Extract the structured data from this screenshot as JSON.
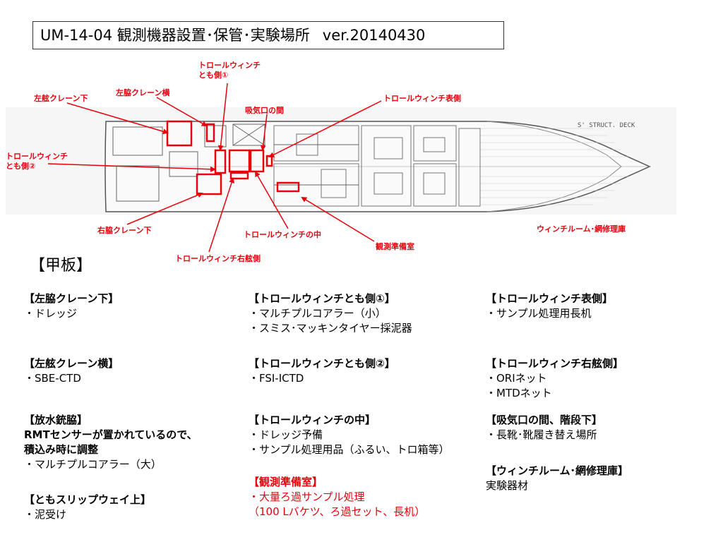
{
  "title": {
    "code": "UM-14-04 観測機器設置･保管･実験場所",
    "version": "ver.20140430"
  },
  "deck_label": "S' STRUCT. DECK",
  "callouts": {
    "port_crane_under": "左舷クレーン下",
    "port_crane_side": "左脇クレーン横",
    "trawl_winch_stern1": "トロールウィンチ\nとも側①",
    "intake_between": "吸気口の間",
    "trawl_winch_front": "トロールウィンチ表側",
    "trawl_winch_stern2": "トロールウィンチ\nとも側②",
    "starboard_crane_under": "右脇クレーン下",
    "trawl_winch_inside": "トロールウィンチの中",
    "obs_prep_room": "観測準備室",
    "trawl_winch_starboard": "トロールウィンチ右舷側",
    "winch_room": "ウィンチルーム･網修理庫"
  },
  "section_title": "【甲板】",
  "sections": {
    "s1": {
      "header": "【左脇クレーン下】",
      "lines": [
        "・ドレッジ"
      ]
    },
    "s2": {
      "header": "【トロールウィンチとも側①】",
      "lines": [
        "・マルチプルコアラー（小）",
        "・スミス･マッキンタイヤー採泥器"
      ]
    },
    "s3": {
      "header": "【トロールウィンチ表側】",
      "lines": [
        "・サンプル処理用長机"
      ]
    },
    "s4": {
      "header": "【左舷クレーン横】",
      "lines": [
        "・SBE-CTD"
      ]
    },
    "s5": {
      "header": "【トロールウィンチとも側②】",
      "lines": [
        "・FSI-ICTD"
      ]
    },
    "s6": {
      "header": "【トロールウィンチ右舷側】",
      "lines": [
        "・ORIネット",
        "・MTDネット"
      ]
    },
    "s7": {
      "header": "【放水銃脇】",
      "lines": [
        "RMTセンサーが置かれているので、",
        "積込み時に調整",
        "・マルチプルコアラー（大）"
      ]
    },
    "s8": {
      "header": "【トロールウィンチの中】",
      "lines": [
        "・ドレッジ予備",
        "・サンプル処理用品（ふるい、トロ箱等）"
      ]
    },
    "s9": {
      "header": "【吸気口の間、階段下】",
      "lines": [
        "・長靴･靴履き替え場所"
      ]
    },
    "s10": {
      "header": "【観測準備室】",
      "lines": [
        "・大量ろ過サンプル処理",
        "（100 Lバケツ、ろ過セット、長机）"
      ]
    },
    "s11": {
      "header": "【ウィンチルーム･網修理庫】",
      "lines": [
        "実験器材"
      ]
    },
    "s12": {
      "header": "【ともスリップウェイ上】",
      "lines": [
        "・泥受け"
      ]
    }
  },
  "colors": {
    "callout": "#e8000b",
    "drawing": "#555555"
  }
}
